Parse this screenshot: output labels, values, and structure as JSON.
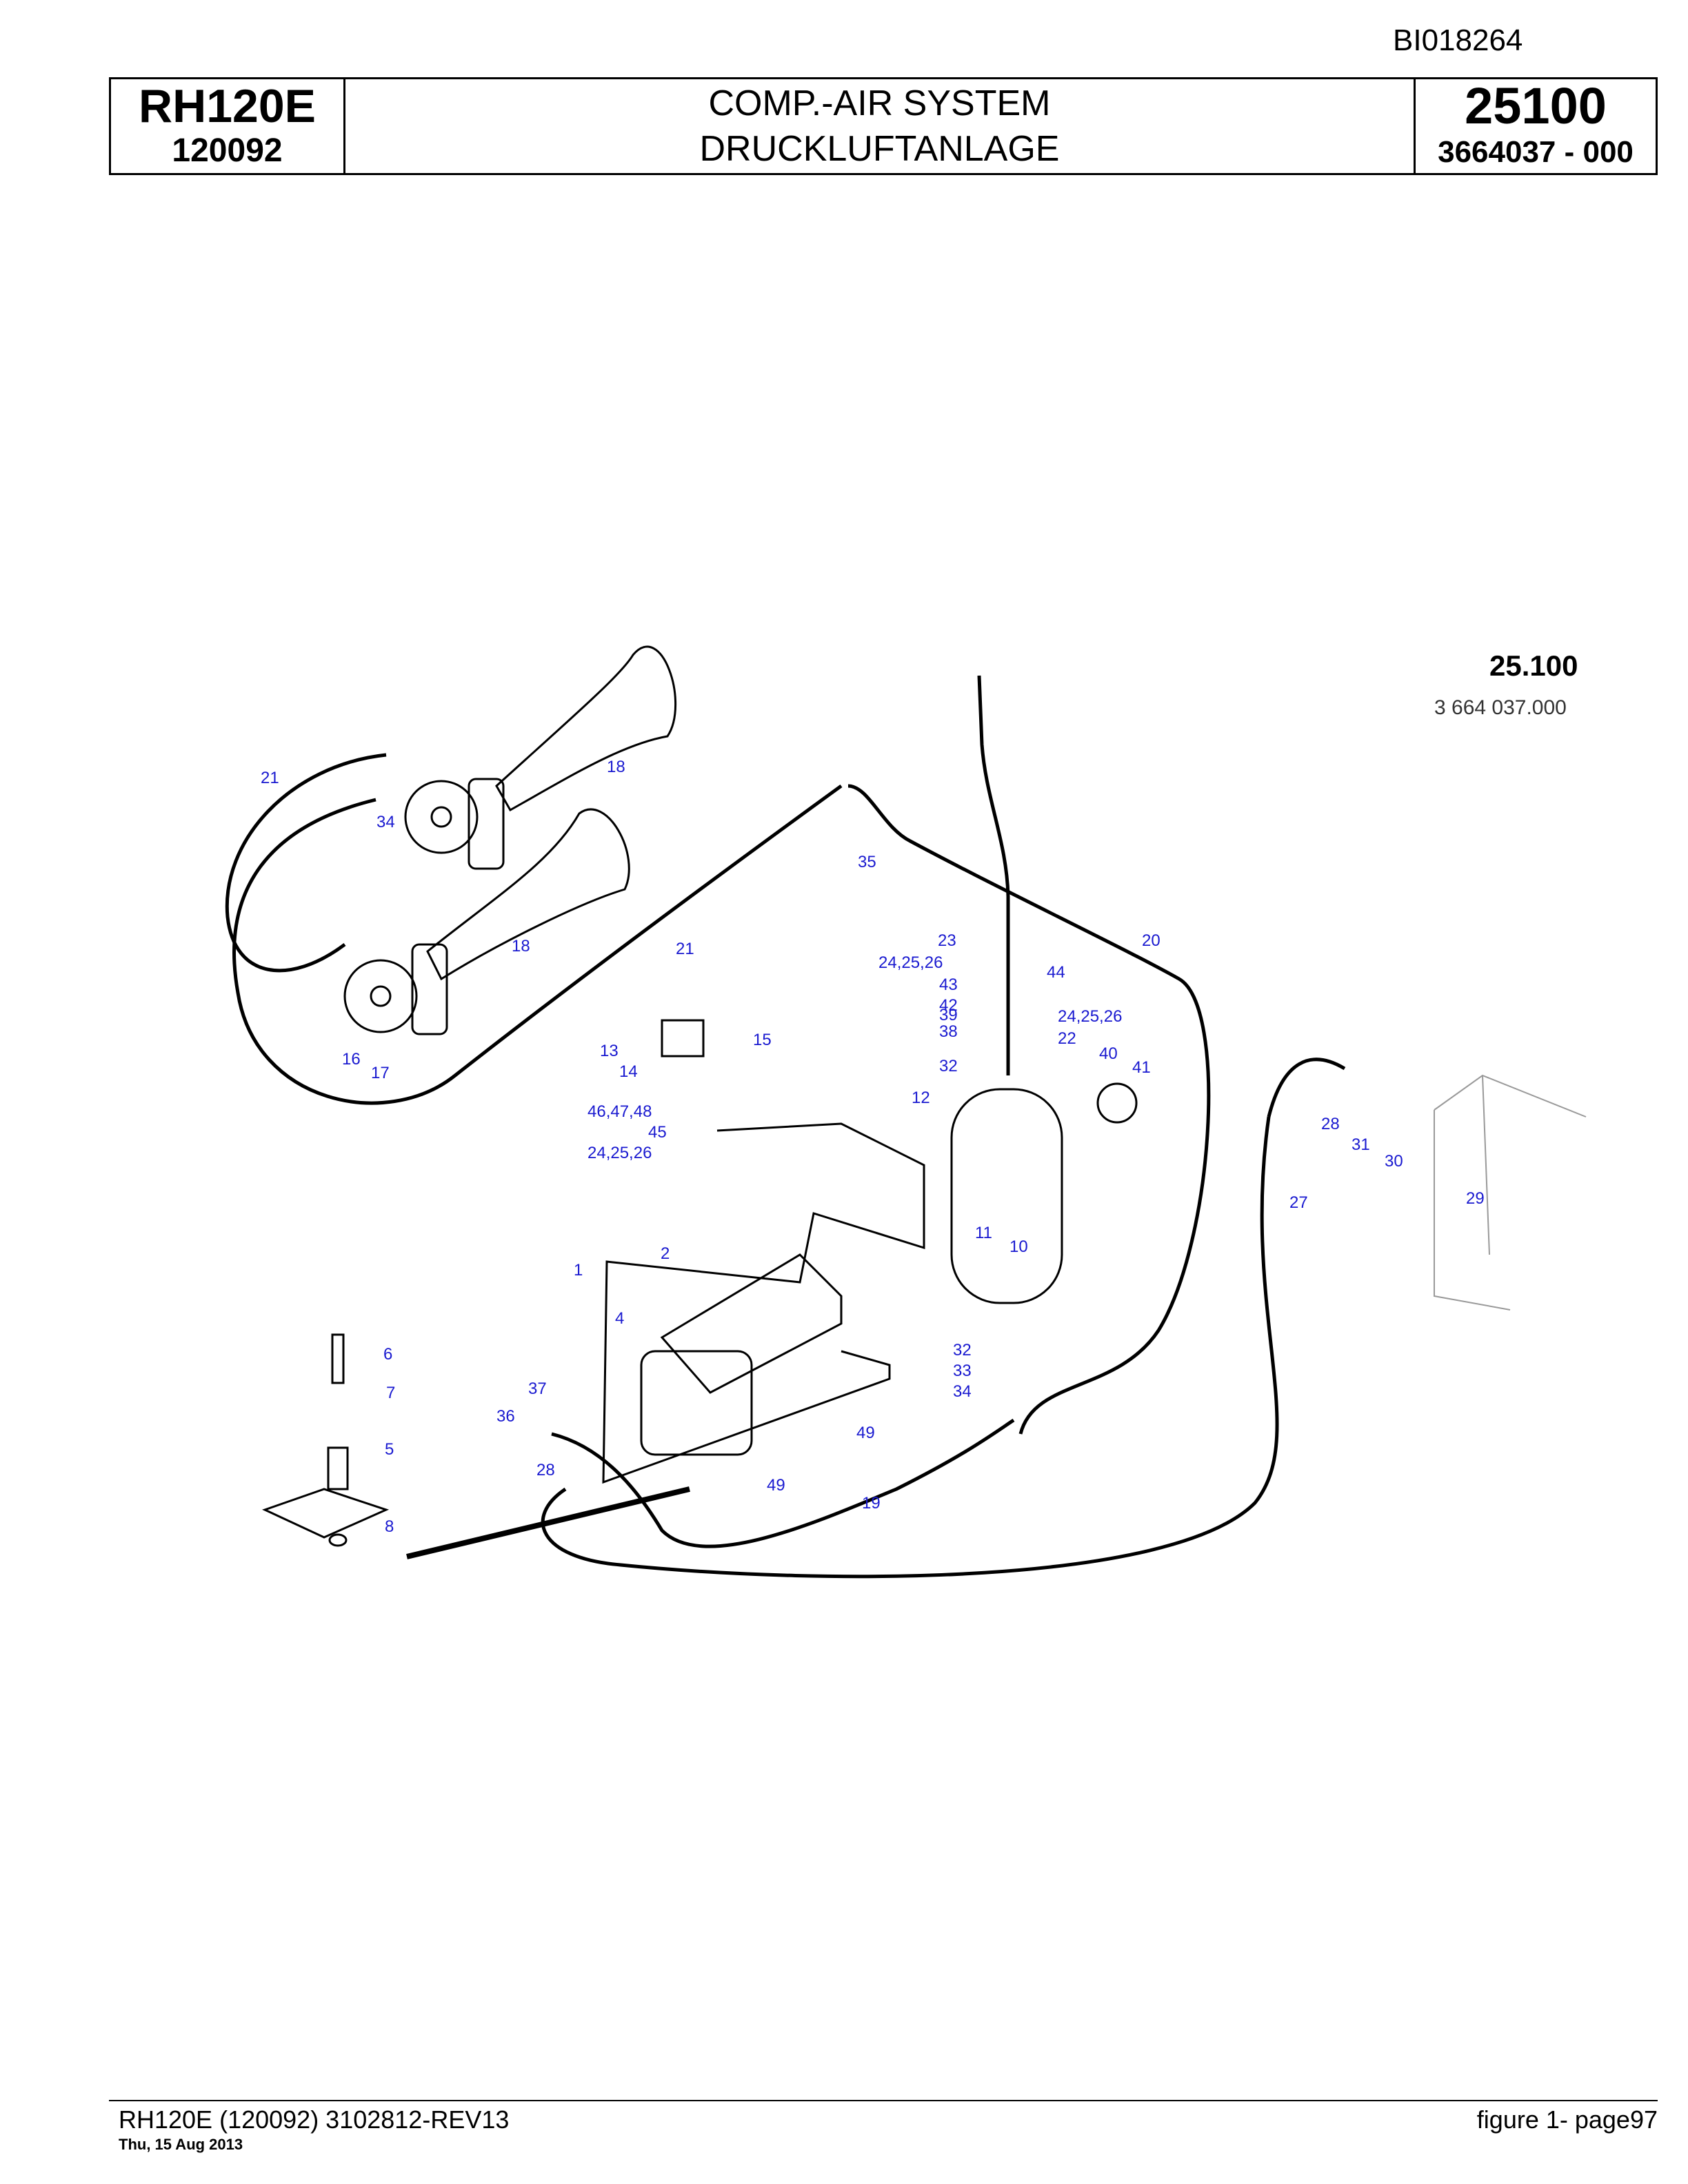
{
  "header": {
    "doc_id": "BI018264",
    "model": "RH120E",
    "serial": "120092",
    "title_en": "COMP.-AIR SYSTEM",
    "title_de": "DRUCKLUFTANLAGE",
    "group_number": "25100",
    "part_number": "3664037  - 000"
  },
  "drawing": {
    "group_label": "25.100",
    "drawing_number": "3 664 037.000",
    "callouts": [
      "1",
      "2",
      "4",
      "5",
      "6",
      "7",
      "8",
      "10",
      "11",
      "12",
      "13",
      "14",
      "15",
      "16",
      "17",
      "18",
      "18",
      "19",
      "20",
      "21",
      "21",
      "22",
      "23",
      "24,25,26",
      "24,25,26",
      "24,25,26",
      "27",
      "28",
      "28",
      "29",
      "30",
      "31",
      "32",
      "32",
      "33",
      "34",
      "34",
      "35",
      "36",
      "37",
      "38",
      "39",
      "40",
      "41",
      "42",
      "43",
      "44",
      "45",
      "46,47,48",
      "49",
      "49"
    ]
  },
  "footer": {
    "left": "RH120E (120092) 3102812-REV13",
    "date": "Thu, 15 Aug 2013",
    "right": "figure  1- page97"
  }
}
